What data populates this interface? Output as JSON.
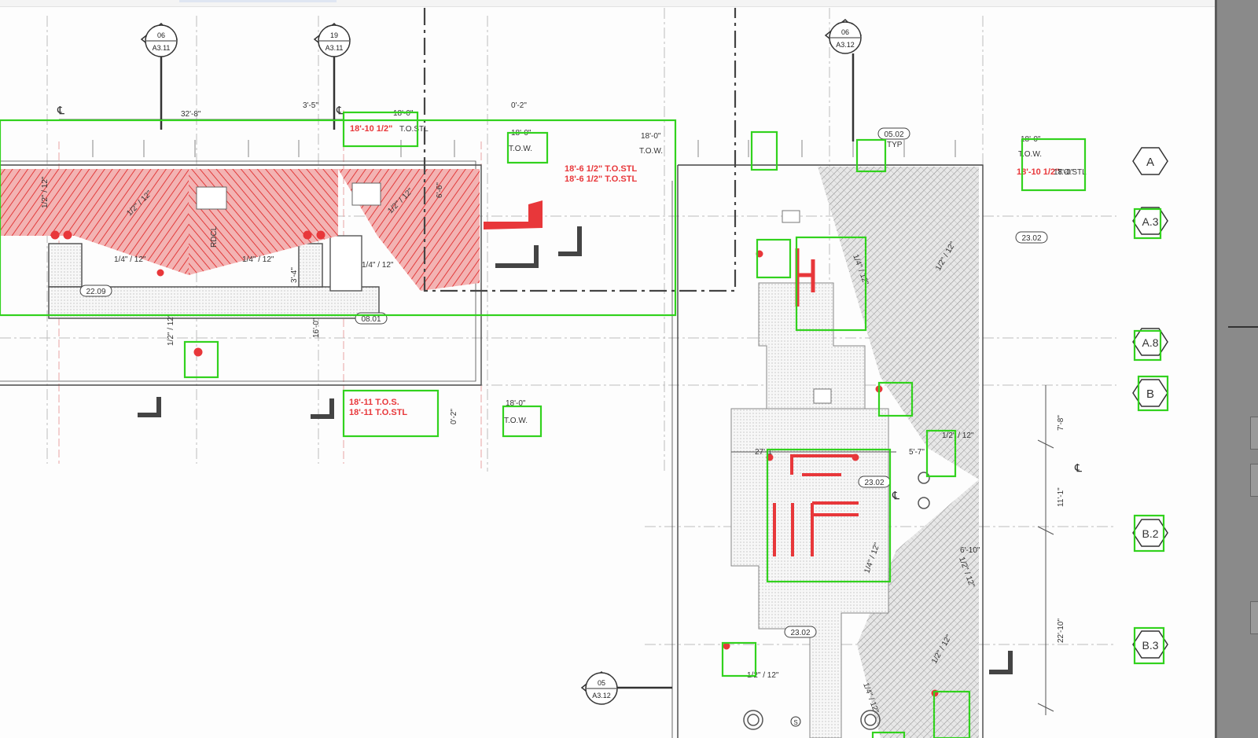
{
  "colors": {
    "markup_green": "#32d21e",
    "markup_red": "#e8373a",
    "line": "#3a3a3a",
    "grid_red": "#d9534f",
    "panel": "#8a8a8a"
  },
  "section_markers": [
    {
      "num": "06",
      "sheet": "A3.11"
    },
    {
      "num": "19",
      "sheet": "A3.11"
    },
    {
      "num": "06",
      "sheet": "A3.12"
    },
    {
      "num": "05",
      "sheet": "A3.12"
    }
  ],
  "grid_bubbles": [
    "A",
    "A.3",
    "A.8",
    "B",
    "B.2",
    "B.3"
  ],
  "dimensions": {
    "d_32_8": "32'-8\"",
    "d_3_5": "3'-5\"",
    "d_0_2a": "0'-2\"",
    "d_0_2b": "0'-2\"",
    "d_6_6": "6'-6\"",
    "d_16_0": "16'-0\"",
    "d_3_4": "3'-4\"",
    "d_7_8": "7'-8\"",
    "d_11_1": "11'-1\"",
    "d_22_10": "22'-10\"",
    "d_27": "27'-1\"",
    "d_5_7": "5'-7\"",
    "d_6_10": "6'-10\""
  },
  "elevations": {
    "e1_top": "18'-0\"",
    "e1_bot": "T.O.STL",
    "e2_top": "18'-0\"",
    "e2_bot": "T.O.W.",
    "e3_top": "18'-0\"",
    "e3_bot": "T.O.W.",
    "e4_top": "18'-0\"",
    "e4_bot": "T.O.W.",
    "e5_top": "18'-0\"",
    "e5_bot": "T.O.STL",
    "e6_top": "18'-0\"",
    "e6_bot": "T.O.W.",
    "typ": "TYP"
  },
  "tags": [
    "05.02",
    "22.09",
    "08.01",
    "23.02",
    "23.02",
    "23.02"
  ],
  "slopes": [
    "1/2\" / 12\"",
    "1/2\" / 12\"",
    "1/4\" / 12\"",
    "1/4\" / 12\"",
    "1/4\" / 12\"",
    "1/2\" / 12\"",
    "1/2\" / 12\"",
    "1/4\" / 12\"",
    "1/2\" / 12\"",
    "1/4\" / 12\"",
    "1/2\" / 12\"",
    "1/2\" / 12\"",
    "1/2\" / 12\"",
    "1/4\" / 12\"",
    "1/2\" / 12\""
  ],
  "labels": {
    "rdcl": "RDCL",
    "centerline": "℄",
    "s_mark": "S"
  }
}
